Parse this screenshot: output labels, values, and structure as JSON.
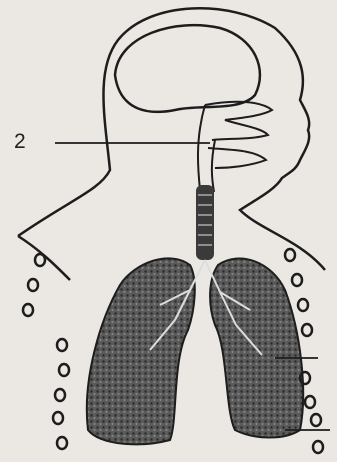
{
  "figure": {
    "label": "2",
    "colors": {
      "ink": "#1d1d1d",
      "paper": "#ebe8e3",
      "lung_fill": "#4a4a4a"
    },
    "icons": [
      "head-outline",
      "brain",
      "nasal-cavity",
      "trachea",
      "left-lung",
      "right-lung",
      "ribcage-dots"
    ]
  }
}
